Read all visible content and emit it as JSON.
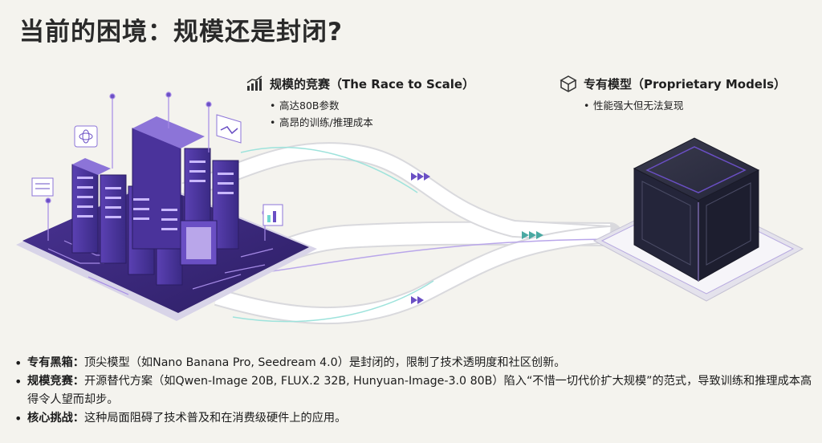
{
  "page": {
    "title": "当前的困境：规模还是封闭?"
  },
  "race_callout": {
    "icon": "growth-chart-icon",
    "title": "规模的竞赛（The Race to Scale）",
    "bullets": [
      "高达80B参数",
      "高昂的训练/推理成本"
    ]
  },
  "proprietary_callout": {
    "icon": "cube-icon",
    "title": "专有模型（Proprietary Models）",
    "bullets": [
      "性能强大但无法复现"
    ]
  },
  "points": [
    {
      "term": "专有黑箱：",
      "text": "顶尖模型（如Nano Banana Pro, Seedream 4.0）是封闭的，限制了技术透明度和社区创新。"
    },
    {
      "term": "规模竞赛：",
      "text": "开源替代方案（如Qwen-Image 20B, FLUX.2 32B, Hunyuan-Image-3.0 80B）陷入“不惜一切代价扩大规模”的范式，导致训练和推理成本高得令人望而却步。"
    },
    {
      "term": "核心挑战：",
      "text": "这种局面阻碍了技术普及和在消费级硬件上的应用。"
    }
  ],
  "colors": {
    "background": "#f4f3ee",
    "purple_dark": "#3b2a78",
    "purple": "#6a4fc4",
    "purple_light": "#a58ae6",
    "cube": "#2a2b3a",
    "accent_teal": "#6fd7d0"
  }
}
